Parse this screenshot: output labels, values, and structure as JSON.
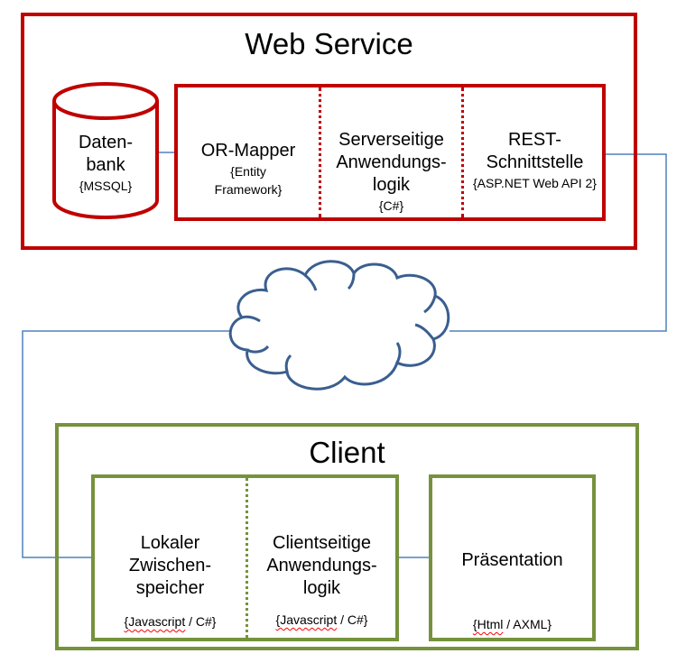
{
  "web_service": {
    "title": "Web Service",
    "db": {
      "name_line1": "Daten-",
      "name_line2": "bank",
      "tech": "{MSSQL}"
    },
    "or_mapper": {
      "name": "OR-Mapper",
      "tech_line1": "{Entity",
      "tech_line2": "Framework}"
    },
    "server_logic": {
      "line1": "Serverseitige",
      "line2": "Anwendungs-",
      "line3": "logik",
      "tech": "{C#}"
    },
    "rest": {
      "line1": "REST-",
      "line2": "Schnittstelle",
      "tech": "{ASP.NET Web API 2}"
    }
  },
  "client": {
    "title": "Client",
    "cache": {
      "line1": "Lokaler",
      "line2": "Zwischen-",
      "line3": "speicher",
      "tech_a": "{Javascript",
      "tech_b": " / C#}"
    },
    "client_logic": {
      "line1": "Clientseitige",
      "line2": "Anwendungs-",
      "line3": "logik",
      "tech_a": "{Javascript",
      "tech_b": " / C#}"
    },
    "presentation": {
      "name": "Präsentation",
      "tech_a": "{Html",
      "tech_b": " / AXML}"
    }
  },
  "colors": {
    "web_service": "#c00000",
    "client": "#76923c",
    "connector": "#4f81bd",
    "cloud": "#3a5f8f"
  }
}
